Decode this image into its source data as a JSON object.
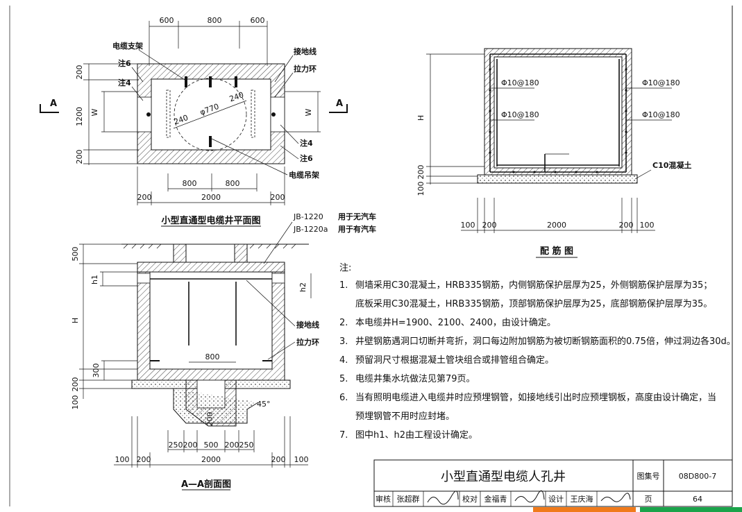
{
  "plan": {
    "title": "小型直通型电缆井平面图",
    "dims_top": [
      "600",
      "800",
      "600"
    ],
    "dims_left": [
      "200",
      "1200",
      "200"
    ],
    "dims_bottom1": [
      "800",
      "800"
    ],
    "dims_bottom2": [
      "200",
      "2000",
      "200"
    ],
    "labels": {
      "support": "电缆支架",
      "note6_left": "注6",
      "note4_left": "注4",
      "ground_wire": "接地线",
      "pull_ring": "拉力环",
      "note4_right": "注4",
      "note6_right": "注6",
      "hanger": "电缆吊架",
      "w_left": "W",
      "w_right": "W",
      "d240a": "240",
      "d240b": "240",
      "dia": "φ770",
      "sec_left": "A",
      "sec_right": "A"
    }
  },
  "rebar": {
    "title": "配 筋 图",
    "h": "H",
    "left_dims": [
      "200",
      "100"
    ],
    "bars": [
      "Φ10@180",
      "Φ10@180",
      "Φ10@180",
      "Φ10@180"
    ],
    "c10": "C10混凝土",
    "bottom_dims": [
      "100",
      "200",
      "2000",
      "200",
      "100"
    ]
  },
  "section": {
    "title": "A—A剖面图",
    "cover1_code": "JB-1220",
    "cover1_use": "用于无汽车",
    "cover2_code": "JB-1220a",
    "cover2_use": "用于有汽车",
    "left_dims": [
      "500",
      "h1",
      "H",
      "300",
      "200",
      "100"
    ],
    "h2": "h2",
    "ground_wire": "接地线",
    "pull_ring": "拉力环",
    "d800": "800",
    "angle": "45°",
    "sump": "200",
    "bottom_dims1": [
      "250",
      "200",
      "500",
      "200",
      "250"
    ],
    "bottom_dims2": [
      "100",
      "200",
      "2000",
      "200",
      "100"
    ]
  },
  "notes": {
    "heading": "注:",
    "items": [
      {
        "num": "1.",
        "lines": [
          "侧墙采用C30混凝土，HRB335钢筋，内侧钢筋保护层厚为25，外侧钢筋保护层厚为35；",
          "底板采用C30混凝土，HRB335钢筋，顶部钢筋保护层厚为25，底部钢筋保护层厚为35。"
        ]
      },
      {
        "num": "2.",
        "lines": [
          "本电缆井H=1900、2100、2400，由设计确定。"
        ]
      },
      {
        "num": "3.",
        "lines": [
          "井壁钢筋遇洞口切断并弯折，洞口每边附加钢筋为被切断钢筋面积的0.75倍，伸过洞边各30d。"
        ]
      },
      {
        "num": "4.",
        "lines": [
          "预留洞尺寸根据混凝土管块组合或排管组合确定。"
        ]
      },
      {
        "num": "5.",
        "lines": [
          "电缆井集水坑做法见第79页。"
        ]
      },
      {
        "num": "6.",
        "lines": [
          "当有照明电缆进入电缆井时应预埋钢管，如接地线引出时应预埋钢板，高度由设计确定，当",
          "预埋钢管不用时应封堵。"
        ]
      },
      {
        "num": "7.",
        "lines": [
          "图中h1、h2由工程设计确定。"
        ]
      }
    ]
  },
  "title_block": {
    "title": "小型直通型电缆人孔井",
    "atlas_label": "图集号",
    "atlas_no": "08D800-7",
    "review": "审核",
    "reviewer": "张超群",
    "check": "校对",
    "checker": "金福青",
    "design": "设计",
    "designer": "王庆海",
    "page_label": "页",
    "page_no": "64"
  },
  "colors": {
    "line": "#111111",
    "accent_orange": "#f07a1a",
    "accent_green": "#1aa34a"
  }
}
